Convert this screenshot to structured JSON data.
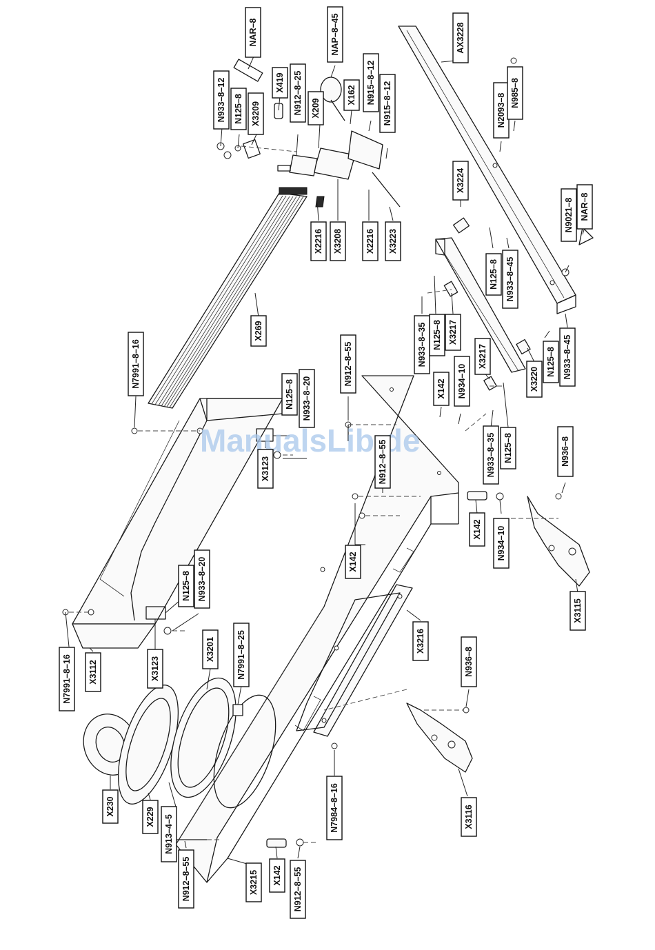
{
  "watermark": "ManualsLib.de",
  "labels": {
    "nar8_top": "NAR–8",
    "n933_8_12": "N933–8–12",
    "n125_8_a": "N125–8",
    "x3209": "X3209",
    "x419": "X419",
    "n912_8_25": "N912–8–25",
    "x209": "X209",
    "nap_8_45": "NAP–8–45",
    "x162": "X162",
    "n915_8_12_a": "N915–8–12",
    "n915_8_12_b": "N915–8–12",
    "ax3228": "AX3228",
    "n2093_8": "N2093–8",
    "n985_8": "N985–8",
    "x2216_a": "X2216",
    "x3208": "X3208",
    "x2216_b": "X2216",
    "x3223": "X3223",
    "x3224": "X3224",
    "n9021_8": "N9021–8",
    "nar8_right": "NAR–8",
    "n125_8_b": "N125–8",
    "n933_8_45_a": "N933–8–45",
    "x269": "X269",
    "n933_8_35_a": "N933–8–35",
    "n125_8_c": "N125–8",
    "x3217_a": "X3217",
    "x3217_b": "X3217",
    "x3220": "X3220",
    "n125_8_d": "N125–8",
    "n933_8_45_b": "N933–8–45",
    "n7991_8_16_top": "N7991–8–16",
    "n912_8_55_top": "N912–8–55",
    "x142_a": "X142",
    "n934_10_a": "N934–10",
    "n125_8_e": "N125–8",
    "n933_8_20_a": "N933–8–20",
    "x3123_a": "X3123",
    "n933_8_35_b": "N933–8–35",
    "n125_8_f": "N125–8",
    "n912_8_55_mid": "N912–8–55",
    "n936_8_a": "N936–8",
    "x142_b": "X142",
    "x142_c": "X142",
    "n934_10_b": "N934–10",
    "x3115": "X3115",
    "n125_8_g": "N125–8",
    "n933_8_20_b": "N933–8–20",
    "x3123_b": "X3123",
    "x3201": "X3201",
    "n7991_8_16_bot": "N7991–8–16",
    "x3112": "X3112",
    "x3216": "X3216",
    "n936_8_b": "N936–8",
    "n7991_8_25": "N7991–8–25",
    "x230": "X230",
    "x229": "X229",
    "n913_4_5": "N913–4–5",
    "n912_8_55_bl": "N912–8–55",
    "x3215": "X3215",
    "x142_d": "X142",
    "n912_8_55_br": "N912–8–55",
    "n7984_8_16": "N7984–8–16",
    "x3116": "X3116"
  }
}
